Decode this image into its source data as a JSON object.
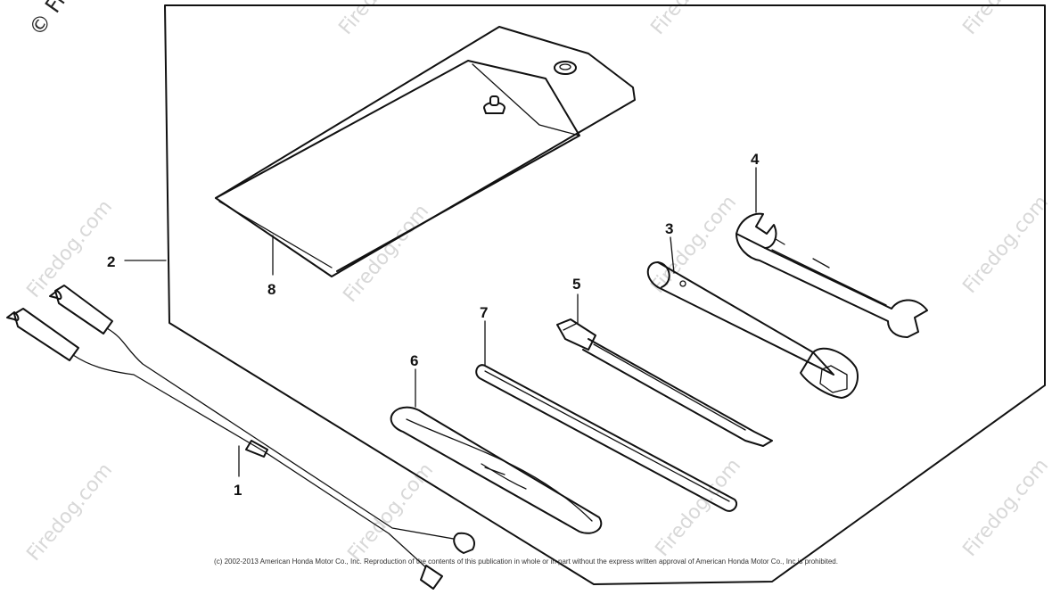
{
  "diagram": {
    "callouts": [
      {
        "id": "1",
        "label": "1"
      },
      {
        "id": "2",
        "label": "2"
      },
      {
        "id": "3",
        "label": "3"
      },
      {
        "id": "4",
        "label": "4"
      },
      {
        "id": "5",
        "label": "5"
      },
      {
        "id": "6",
        "label": "6"
      },
      {
        "id": "7",
        "label": "7"
      },
      {
        "id": "8",
        "label": "8"
      }
    ]
  },
  "watermark": {
    "text": "Firedog.com",
    "corner_text": "© Fire"
  },
  "footer": {
    "copyright": "(c) 2002-2013 American Honda Motor Co., Inc. Reproduction of the contents of this publication in whole or in part without the express written approval of American Honda Motor Co., Inc is prohibited."
  },
  "colors": {
    "ink": "#111111",
    "watermark": "#d8d8d8",
    "background": "#ffffff"
  }
}
